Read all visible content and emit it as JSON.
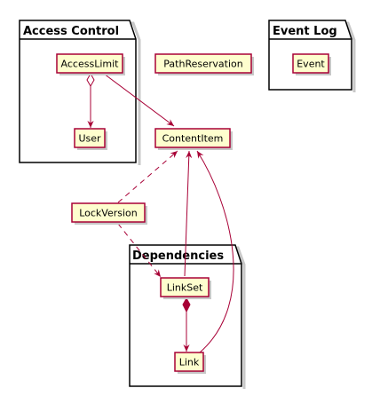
{
  "colors": {
    "class_fill": "#FEFECE",
    "class_border": "#A80036",
    "edge": "#A80036",
    "package_fill": "#FFFFFF",
    "package_border": "#000000",
    "shadow": "#C8C8C8"
  },
  "packages": {
    "access_control": "Access Control",
    "event_log": "Event Log",
    "dependencies": "Dependencies"
  },
  "classes": {
    "access_limit": "AccessLimit",
    "user": "User",
    "path_reservation": "PathReservation",
    "content_item": "ContentItem",
    "event": "Event",
    "lock_version": "LockVersion",
    "link_set": "LinkSet",
    "link": "Link"
  },
  "relations": [
    {
      "from": "AccessLimit",
      "to": "User",
      "kind": "aggregation"
    },
    {
      "from": "AccessLimit",
      "to": "ContentItem",
      "kind": "association"
    },
    {
      "from": "LockVersion",
      "to": "ContentItem",
      "kind": "dependency"
    },
    {
      "from": "LockVersion",
      "to": "LinkSet",
      "kind": "dependency"
    },
    {
      "from": "LinkSet",
      "to": "ContentItem",
      "kind": "association"
    },
    {
      "from": "LinkSet",
      "to": "Link",
      "kind": "composition"
    },
    {
      "from": "Link",
      "to": "ContentItem",
      "kind": "association"
    }
  ]
}
